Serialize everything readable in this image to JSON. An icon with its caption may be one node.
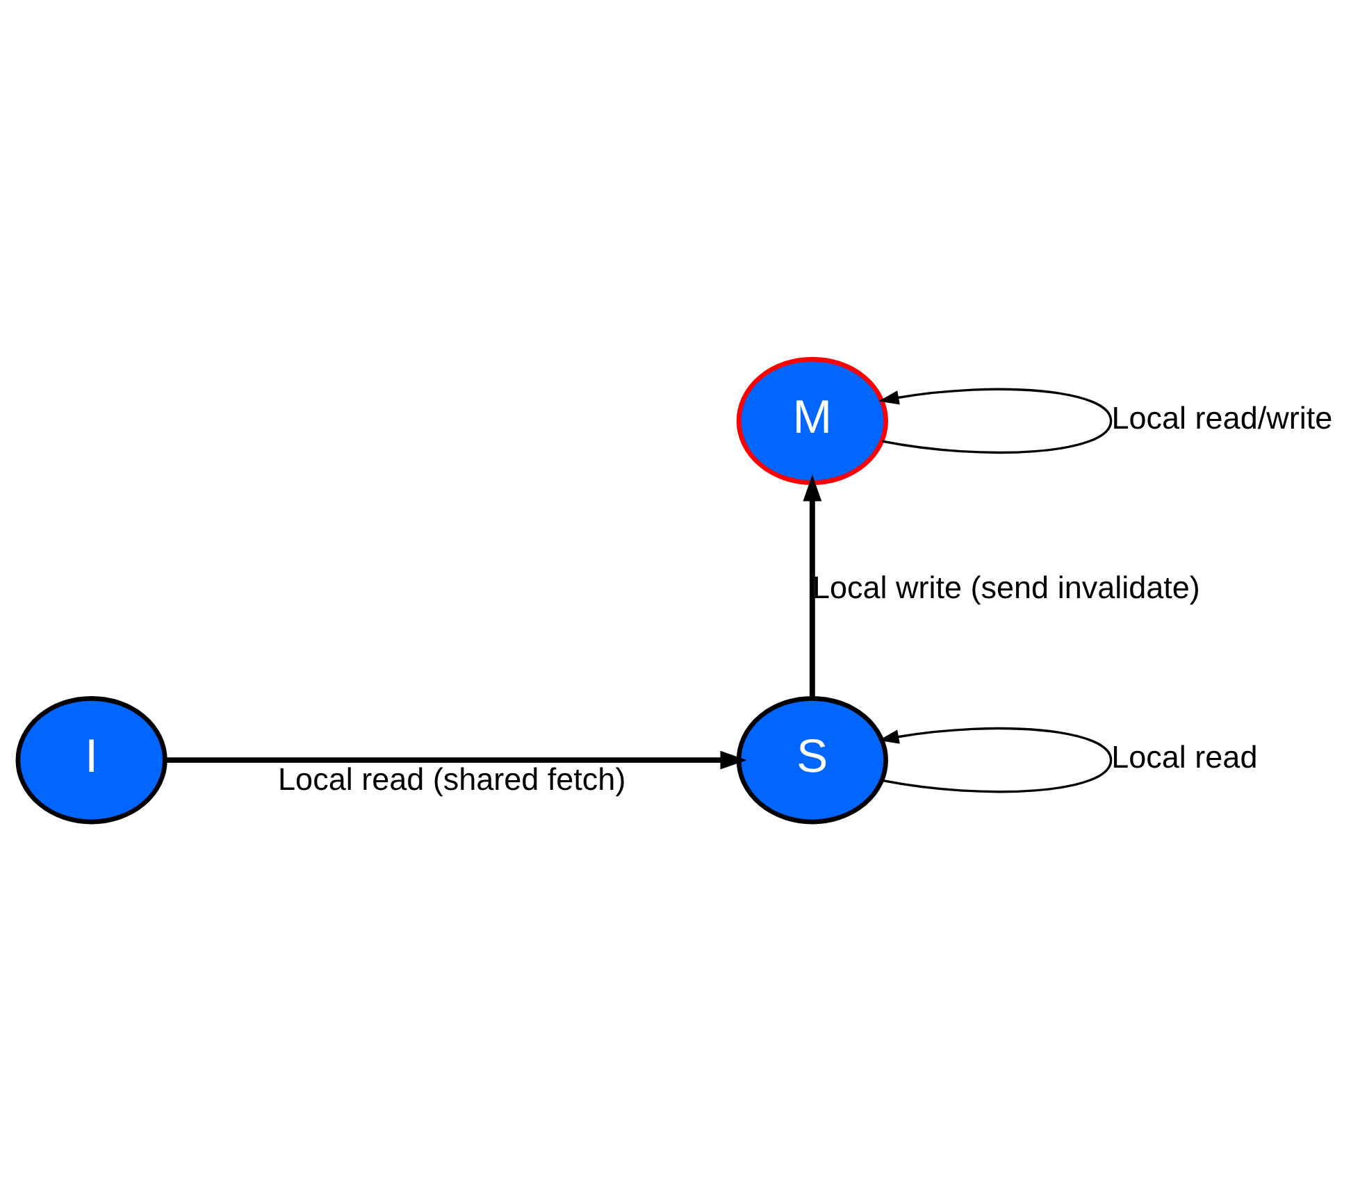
{
  "diagram": {
    "nodes": [
      {
        "text": [
          "M"
        ]
      },
      {
        "text": [
          "S"
        ]
      },
      {
        "text": [
          "I"
        ]
      }
    ],
    "edges": [
      {
        "from": 0,
        "to": 0,
        "arrow": "to",
        "label": "Local read/write"
      },
      {
        "from": 1,
        "to": 0,
        "arrow": "to",
        "label": "Local write (send invalidate)",
        "style": "thick"
      },
      {
        "from": 1,
        "to": 1,
        "arrow": "to",
        "label": "Local read"
      },
      {
        "from": 2,
        "to": 1,
        "arrow": "to",
        "label": "Local read (shared fetch)",
        "style": "thick"
      }
    ]
  }
}
